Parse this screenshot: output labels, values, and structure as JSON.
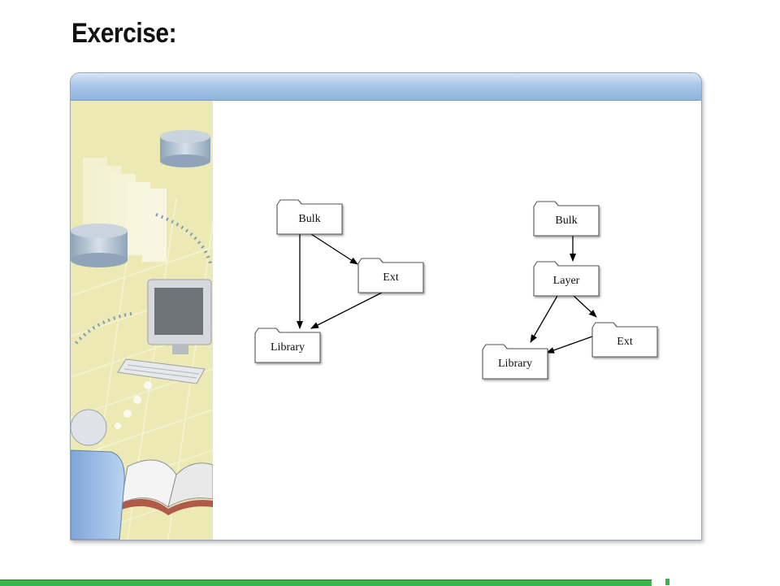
{
  "slide": {
    "title": "Exercise:"
  },
  "diagram": {
    "left_graph": {
      "nodes": [
        {
          "id": "l-bulk",
          "label": "Bulk"
        },
        {
          "id": "l-ext",
          "label": "Ext"
        },
        {
          "id": "l-library",
          "label": "Library"
        }
      ],
      "edges": [
        {
          "from": "l-bulk",
          "to": "l-ext"
        },
        {
          "from": "l-bulk",
          "to": "l-library"
        },
        {
          "from": "l-ext",
          "to": "l-library"
        }
      ]
    },
    "right_graph": {
      "nodes": [
        {
          "id": "r-bulk",
          "label": "Bulk"
        },
        {
          "id": "r-layer",
          "label": "Layer"
        },
        {
          "id": "r-ext",
          "label": "Ext"
        },
        {
          "id": "r-library",
          "label": "Library"
        }
      ],
      "edges": [
        {
          "from": "r-bulk",
          "to": "r-layer"
        },
        {
          "from": "r-layer",
          "to": "r-library"
        },
        {
          "from": "r-layer",
          "to": "r-ext"
        },
        {
          "from": "r-ext",
          "to": "r-library"
        }
      ]
    }
  },
  "colors": {
    "header_blue": "#a9c7e8",
    "art_background": "#ece9b4",
    "footer_green": "#39b54a"
  },
  "icons": [
    "database-icon",
    "computer-monitor-icon",
    "keyboard-icon",
    "person-icon",
    "open-book-icon",
    "document-stack-icon"
  ]
}
